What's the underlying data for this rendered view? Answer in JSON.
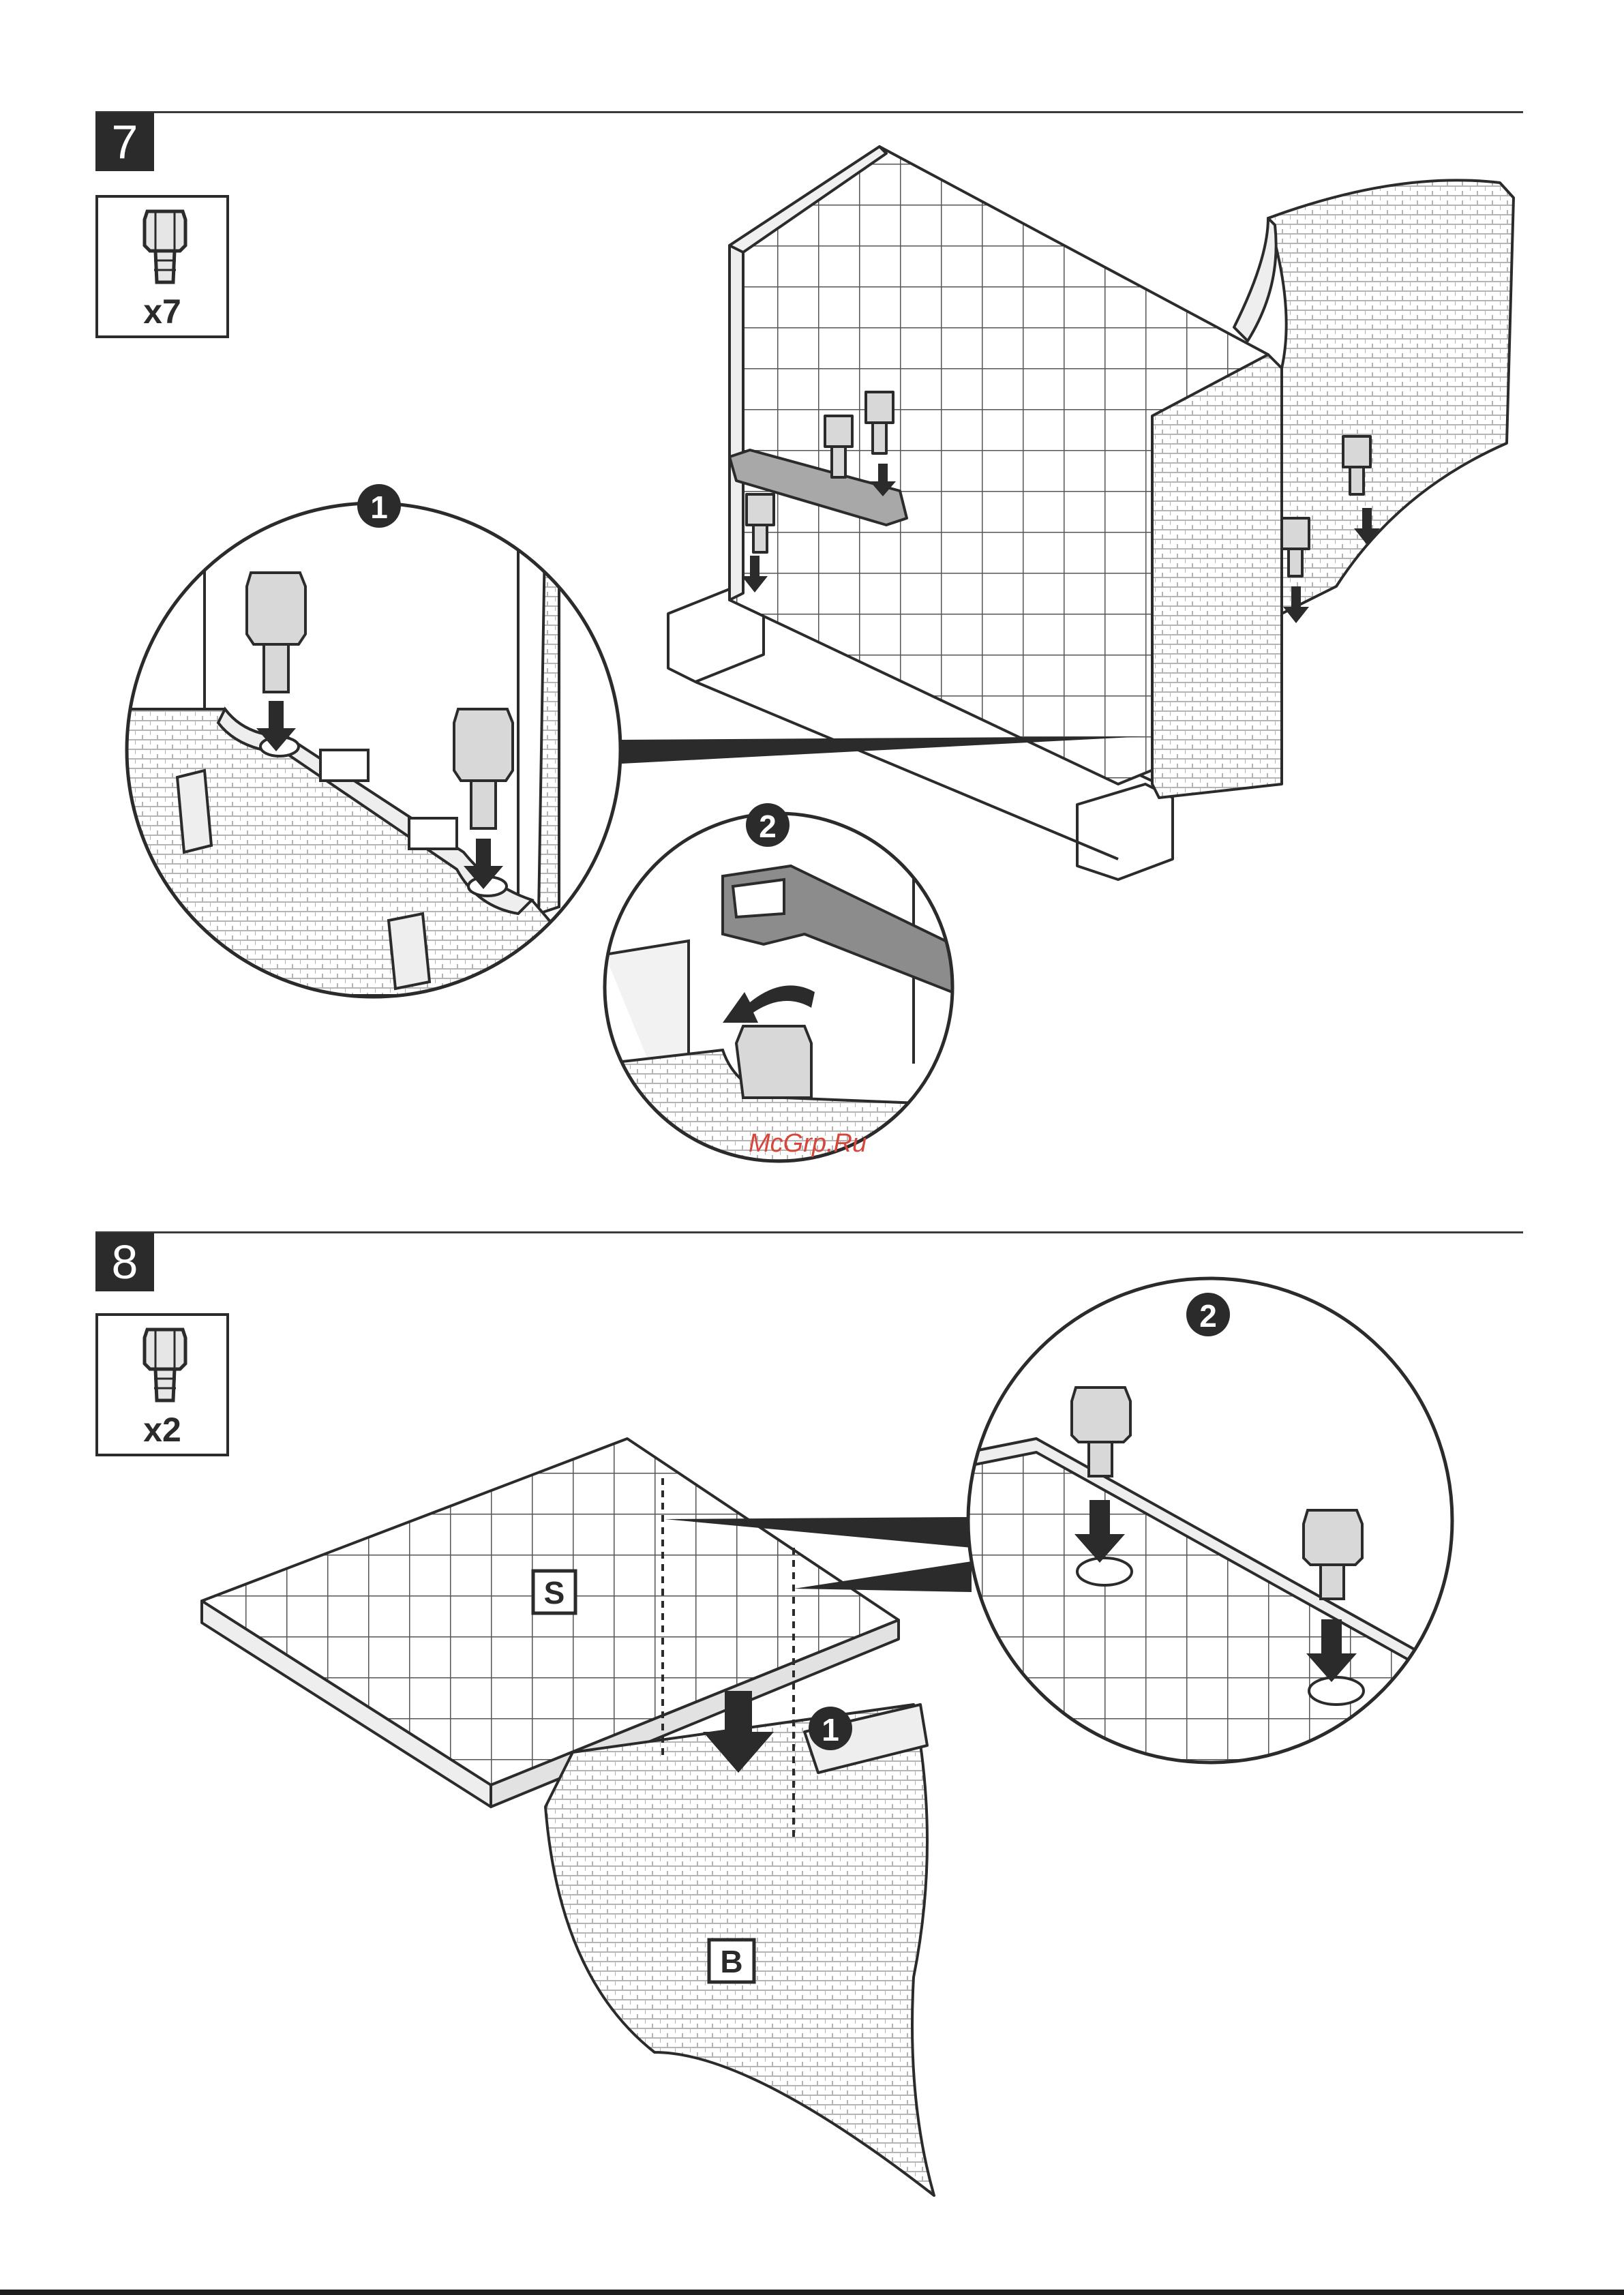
{
  "steps": [
    {
      "number": "7",
      "parts_qty": "x7",
      "callouts": [
        "1",
        "2"
      ]
    },
    {
      "number": "8",
      "parts_qty": "x2",
      "callouts": [
        "1",
        "2"
      ],
      "panel_labels": [
        "S",
        "B"
      ]
    }
  ],
  "watermark": "McGrp.Ru",
  "colors": {
    "ink": "#2b2b2b",
    "shade": "#9a9a9a",
    "watermark": "#d8453a"
  }
}
